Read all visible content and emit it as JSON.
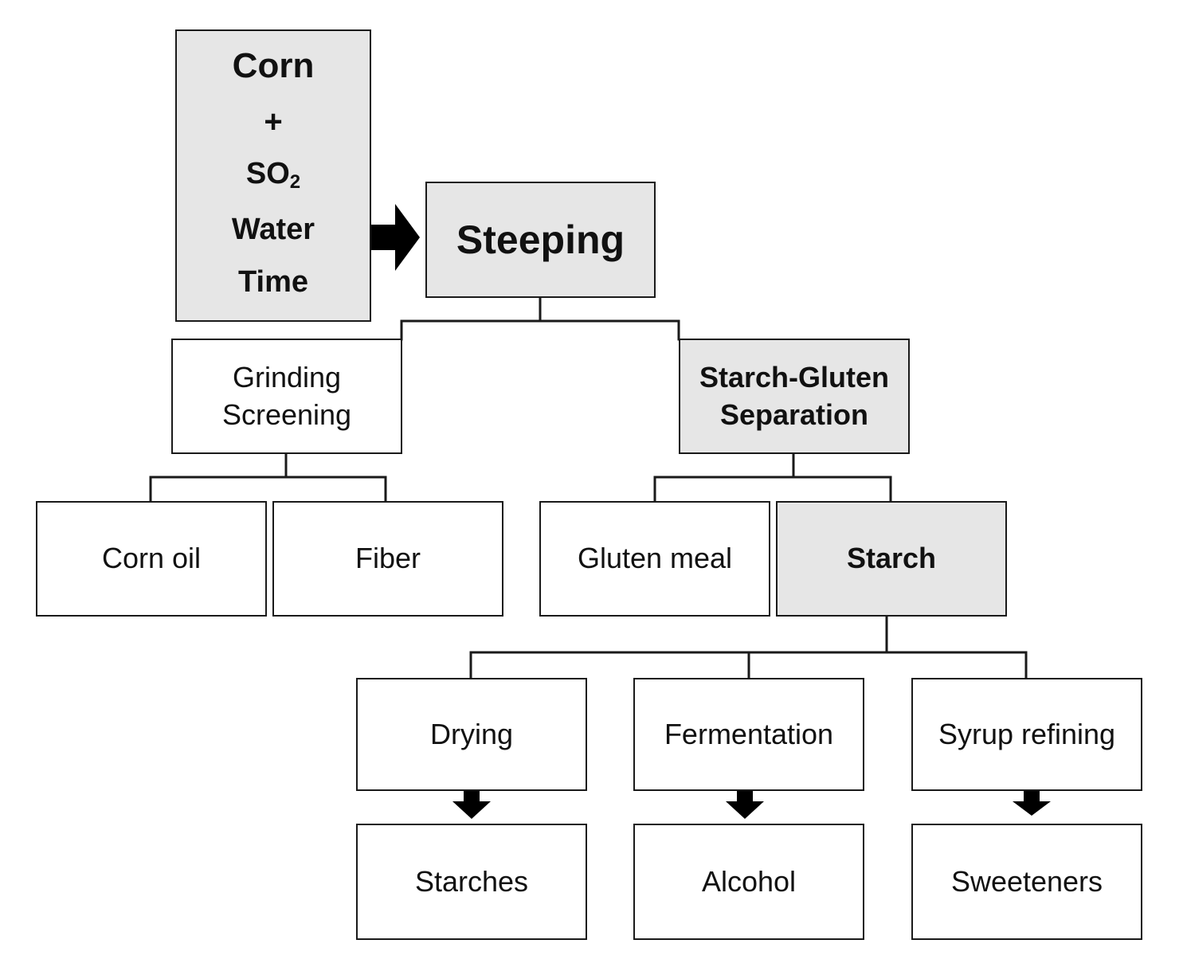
{
  "input": {
    "corn": "Corn",
    "plus": "+",
    "so2_base": "SO",
    "so2_sub": "2",
    "water": "Water",
    "time": "Time"
  },
  "steeping": "Steeping",
  "grinding": {
    "line1": "Grinding",
    "line2": "Screening"
  },
  "separation": {
    "line1": "Starch-Gluten",
    "line2": "Separation"
  },
  "corn_oil": "Corn oil",
  "fiber": "Fiber",
  "gluten_meal": "Gluten meal",
  "starch": "Starch",
  "processes": {
    "drying": "Drying",
    "fermentation": "Fermentation",
    "syrup_refining": "Syrup refining"
  },
  "products": {
    "starches": "Starches",
    "alcohol": "Alcohol",
    "sweeteners": "Sweeteners"
  }
}
